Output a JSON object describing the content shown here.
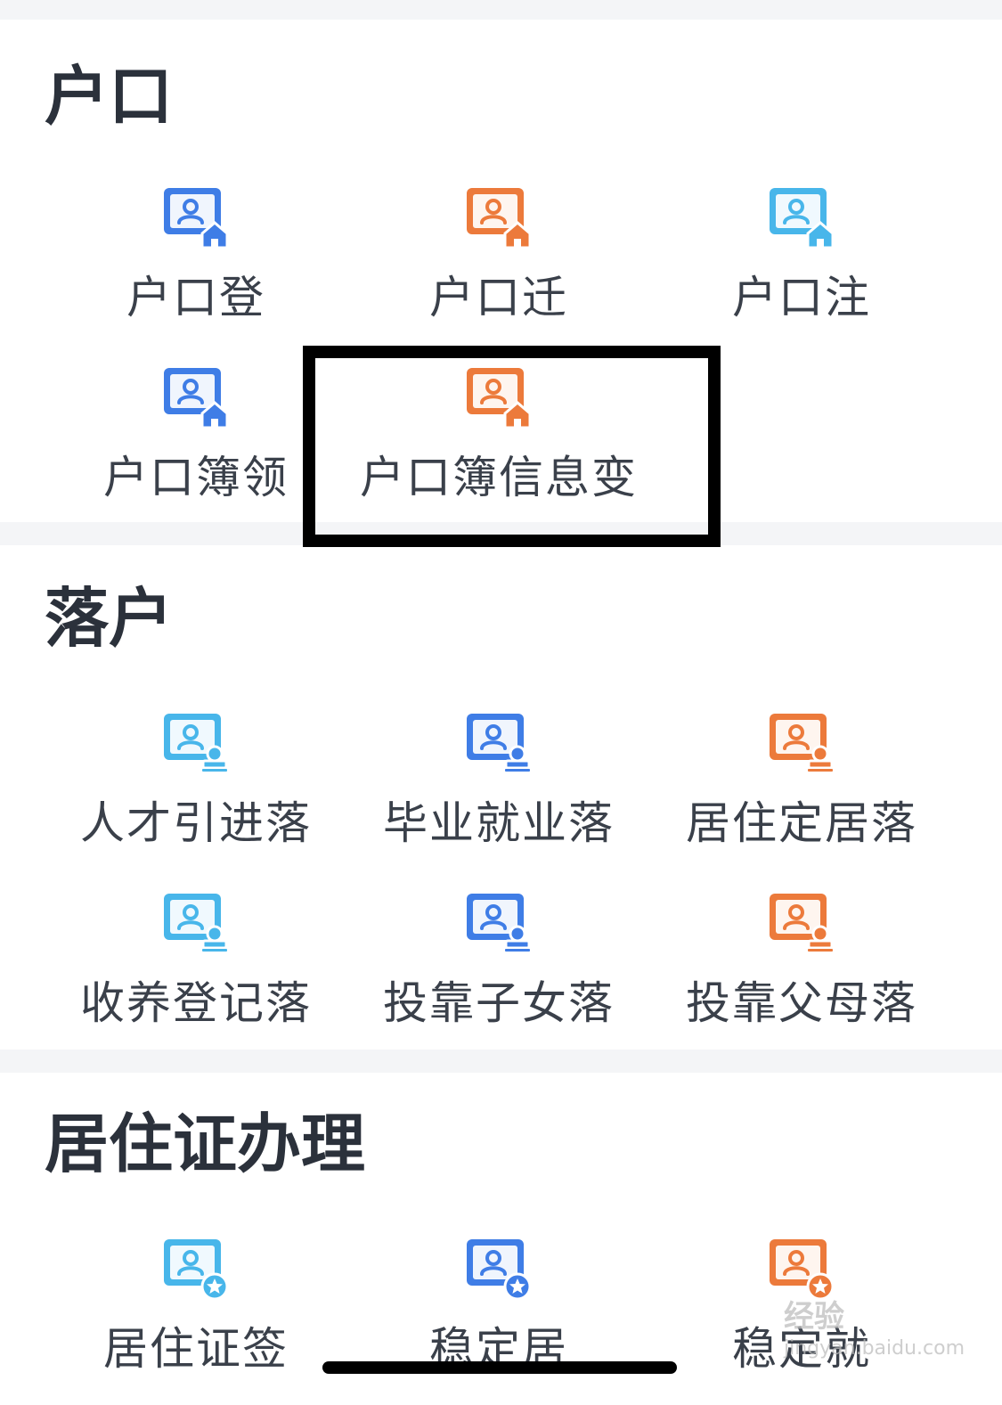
{
  "colors": {
    "blue": "#3f7de6",
    "orange": "#ec7a3b",
    "cyan": "#48b6ea"
  },
  "sections": [
    {
      "title": "户口",
      "items": [
        {
          "label": "户口登",
          "color": "blue",
          "badge": "house-icon"
        },
        {
          "label": "户口迁",
          "color": "orange",
          "badge": "house-icon"
        },
        {
          "label": "户口注",
          "color": "cyan",
          "badge": "house-icon"
        },
        {
          "label": "户口簿领",
          "color": "blue",
          "badge": "house-icon"
        },
        {
          "label": "户口簿信息变",
          "color": "orange",
          "badge": "house-icon"
        }
      ]
    },
    {
      "title": "落户",
      "items": [
        {
          "label": "人才引进落",
          "color": "cyan",
          "badge": "stamp-icon"
        },
        {
          "label": "毕业就业落",
          "color": "blue",
          "badge": "stamp-icon"
        },
        {
          "label": "居住定居落",
          "color": "orange",
          "badge": "stamp-icon"
        },
        {
          "label": "收养登记落",
          "color": "cyan",
          "badge": "stamp-icon"
        },
        {
          "label": "投靠子女落",
          "color": "blue",
          "badge": "stamp-icon"
        },
        {
          "label": "投靠父母落",
          "color": "orange",
          "badge": "stamp-icon"
        }
      ]
    },
    {
      "title": "居住证办理",
      "items": [
        {
          "label": "居住证签",
          "color": "cyan",
          "badge": "star-icon"
        },
        {
          "label": "稳定居",
          "color": "blue",
          "badge": "star-icon"
        },
        {
          "label": "稳定就",
          "color": "orange",
          "badge": "star-icon"
        }
      ]
    }
  ],
  "watermark": {
    "text": "经验",
    "sub": "jingyan.baidu.com"
  }
}
